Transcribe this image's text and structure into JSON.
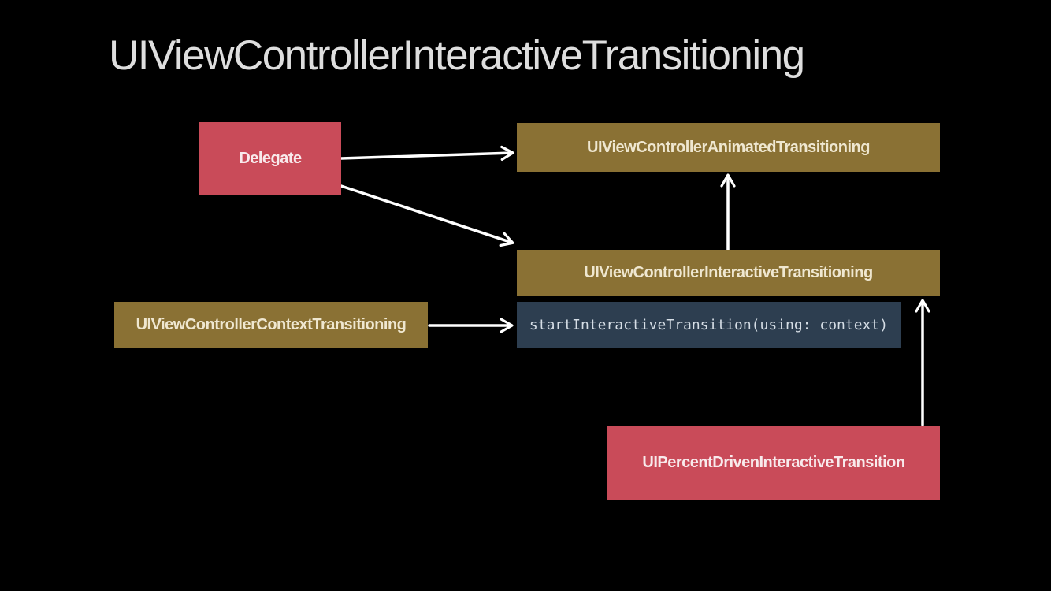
{
  "slide": {
    "title": "UIViewControllerInteractiveTransitioning"
  },
  "colors": {
    "background": "#000000",
    "title-text": "#DEDEDE",
    "red-box": "#C94B59",
    "red-box-text": "#F8EAEC",
    "gold-box": "#8A7134",
    "gold-box-text": "#EFE7D0",
    "code-box": "#2D3E50",
    "code-text": "#D6DEE6",
    "arrow": "#FFFFFF"
  },
  "diagram": {
    "nodes": [
      {
        "id": "delegate",
        "label": "Delegate",
        "kind": "red"
      },
      {
        "id": "animated-transitioning",
        "label": "UIViewControllerAnimatedTransitioning",
        "kind": "gold"
      },
      {
        "id": "interactive-transitioning",
        "label": "UIViewControllerInteractiveTransitioning",
        "kind": "gold"
      },
      {
        "id": "context-transitioning",
        "label": "UIViewControllerContextTransitioning",
        "kind": "gold"
      },
      {
        "id": "start-interactive-transition-method",
        "label": "startInteractiveTransition(using: context)",
        "kind": "code"
      },
      {
        "id": "percent-driven-interactive-transition",
        "label": "UIPercentDrivenInteractiveTransition",
        "kind": "red"
      }
    ],
    "edges": [
      {
        "from": "delegate",
        "to": "animated-transitioning",
        "points": [
          433,
          201,
          650,
          194
        ]
      },
      {
        "from": "delegate",
        "to": "interactive-transitioning",
        "points": [
          433,
          236,
          650,
          308
        ]
      },
      {
        "from": "interactive-transitioning",
        "to": "animated-transitioning",
        "points": [
          924,
          317,
          924,
          223
        ]
      },
      {
        "from": "context-transitioning",
        "to": "start-interactive-transition-method",
        "points": [
          545,
          413,
          649,
          413
        ]
      },
      {
        "from": "percent-driven-interactive-transition",
        "to": "interactive-transitioning",
        "points": [
          1171,
          539,
          1171,
          382
        ]
      }
    ]
  }
}
